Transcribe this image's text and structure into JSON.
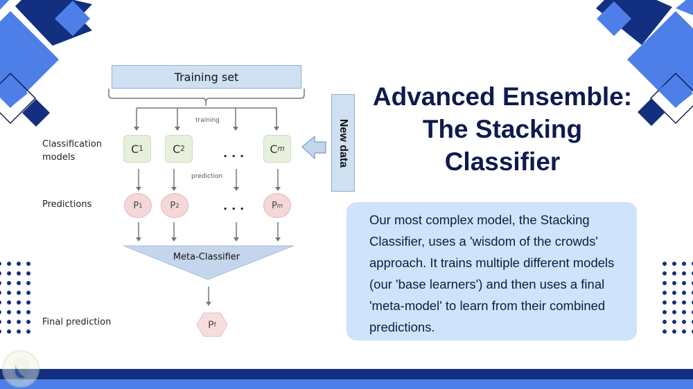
{
  "slide": {
    "title_lines": [
      "Advanced Ensemble:",
      "The Stacking",
      "Classifier"
    ],
    "description": "Our most complex model, the Stacking Classifier, uses a 'wisdom of the crowds' approach. It trains multiple different models (our 'base learners') and then uses a final 'meta-model' to learn from their combined predictions."
  },
  "diagram": {
    "training_set": "Training set",
    "training_label": "training",
    "prediction_label": "prediction",
    "row_labels": {
      "classification_models": [
        "Classification",
        "models"
      ],
      "predictions": "Predictions",
      "final_prediction": "Final prediction"
    },
    "classifiers": [
      {
        "base": "C",
        "sub": "1"
      },
      {
        "base": "C",
        "sub": "2"
      },
      {
        "base": "C",
        "sub": "m"
      }
    ],
    "predictions": [
      {
        "base": "P",
        "sub": "1"
      },
      {
        "base": "P",
        "sub": "2"
      },
      {
        "base": "P",
        "sub": "m"
      }
    ],
    "ellipsis": "...",
    "meta_classifier": "Meta-Classifier",
    "final": {
      "base": "P",
      "sub": "f"
    },
    "new_data": "New data"
  },
  "colors": {
    "title": "#0e1a4f",
    "dark_blue": "#12307f",
    "light_blue": "#4e7fe8",
    "box_blue": "#cfe0f3",
    "desc_bg": "#cfe3fa",
    "classifier_green": "#e6f0dc",
    "prediction_pink": "#f5d7d7"
  }
}
